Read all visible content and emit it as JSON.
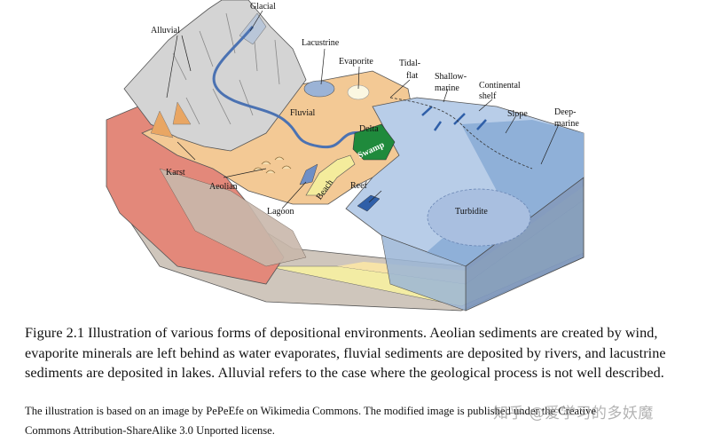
{
  "figure": {
    "labels": {
      "glacial": "Glacial",
      "alluvial": "Alluvial",
      "lacustrine": "Lacustrine",
      "evaporite": "Evaporite",
      "tidal_flat_1": "Tidal-",
      "tidal_flat_2": "flat",
      "shallow_marine_1": "Shallow-",
      "shallow_marine_2": "marine",
      "continental_shelf_1": "Continental",
      "continental_shelf_2": "shelf",
      "fluvial": "Fluvial",
      "delta": "Delta",
      "swamp": "Swamp",
      "slope": "Slope",
      "deep_marine_1": "Deep-",
      "deep_marine_2": "marine",
      "karst": "Karst",
      "aeolian": "Aeolian",
      "beach": "Beach",
      "reef": "Reef",
      "lagoon": "Lagoon",
      "turbidite": "Turbidite"
    },
    "colors": {
      "mountain": "#d4d4d4",
      "land": "#f3c995",
      "cliff": "#e3887a",
      "sea_shallow": "#b8cde8",
      "sea_deep": "#8fb0d8",
      "sand": "#f4ec9c",
      "swamp": "#1f8a3c",
      "water_body": "#6f8fc6"
    }
  },
  "caption": {
    "text": "Figure 2.1 Illustration of various forms of depositional environments. Aeolian sediments are created by wind, evaporite minerals are left behind as water evaporates, fluvial sediments are deposited by rivers, and lacustrine sediments are deposited in lakes. Alluvial refers to the case where the geological process is not well described."
  },
  "credit": {
    "line1": "The illustration is based on an image by PePeEfe on Wikimedia Commons. The modified image is published under the Creative",
    "line2": "Commons Attribution-ShareAlike 3.0 Unported license."
  },
  "watermark": {
    "text": "知乎 @爱学习的多妖魔"
  }
}
